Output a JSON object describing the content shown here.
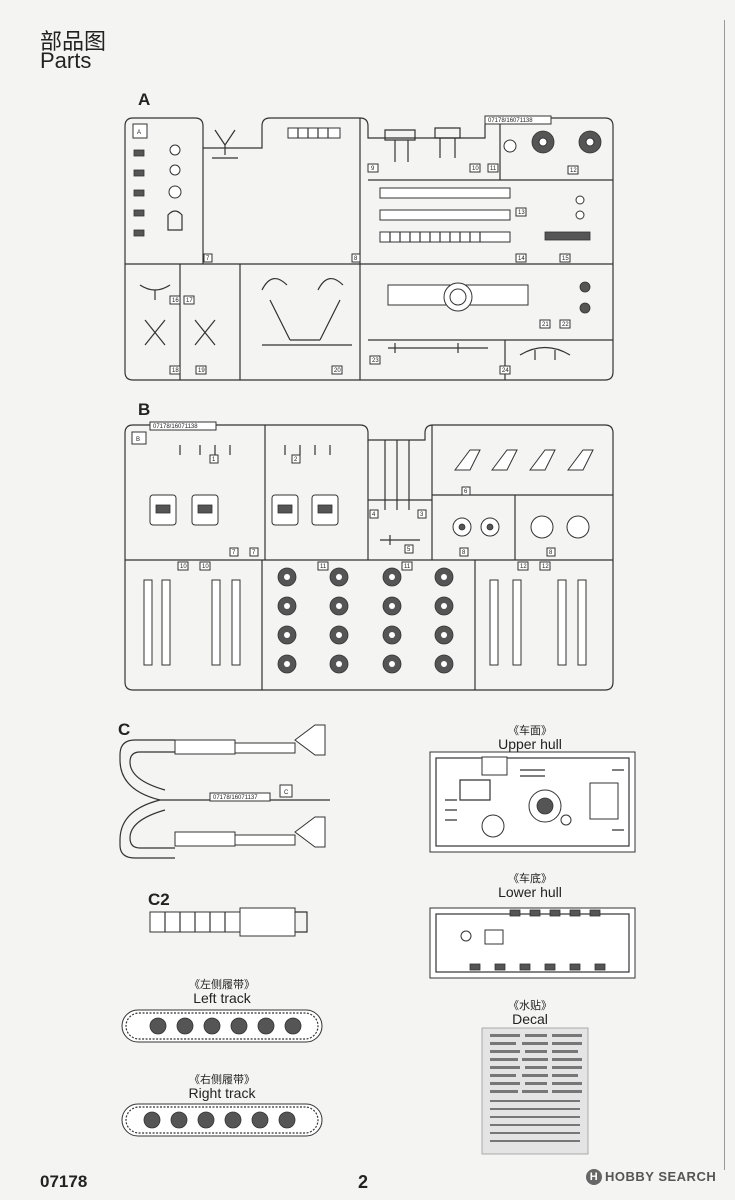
{
  "header": {
    "title_cn": "部品图",
    "title_en": "Parts"
  },
  "sprues": {
    "a": {
      "letter": "A",
      "code": "07178/16071138"
    },
    "b": {
      "letter": "B",
      "code": "07178/16071138"
    },
    "c": {
      "letter": "C",
      "code": "07178/16071137"
    },
    "c2": {
      "letter": "C2"
    }
  },
  "parts": {
    "upper_hull": {
      "cn": "《车面》",
      "en": "Upper hull"
    },
    "lower_hull": {
      "cn": "《车底》",
      "en": "Lower hull"
    },
    "decal": {
      "cn": "《水贴》",
      "en": "Decal"
    },
    "left_track": {
      "cn": "《左侧履带》",
      "en": "Left track"
    },
    "right_track": {
      "cn": "《右侧履带》",
      "en": "Right track"
    }
  },
  "footer": {
    "code": "07178",
    "page": "2"
  },
  "watermark": {
    "text": "HOBBY SEARCH",
    "mark": "H"
  }
}
